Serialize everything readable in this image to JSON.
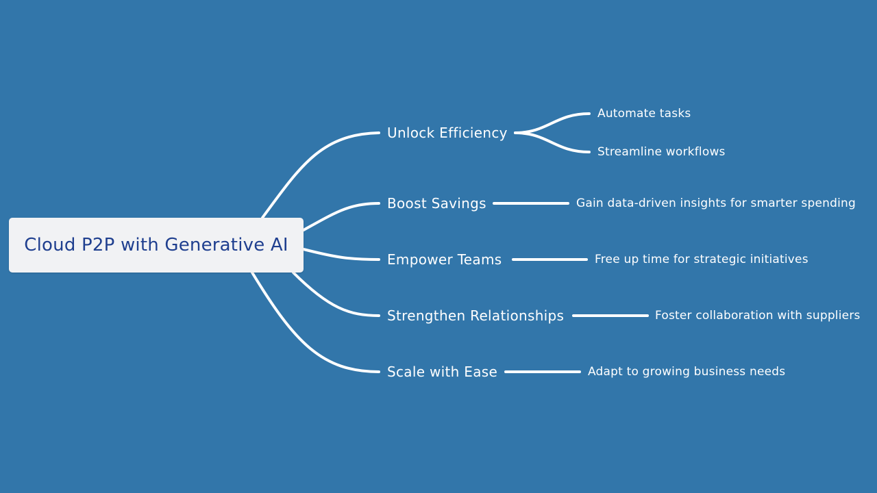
{
  "root": {
    "label": "Cloud P2P with Generative AI"
  },
  "branches": [
    {
      "label": "Unlock Efficiency",
      "leaves": [
        "Automate tasks",
        "Streamline workflows"
      ]
    },
    {
      "label": "Boost Savings",
      "leaves": [
        "Gain data-driven insights for smarter spending"
      ]
    },
    {
      "label": "Empower Teams",
      "leaves": [
        "Free up time for strategic initiatives"
      ]
    },
    {
      "label": "Strengthen Relationships",
      "leaves": [
        "Foster collaboration with suppliers"
      ]
    },
    {
      "label": "Scale with Ease",
      "leaves": [
        "Adapt to growing business needs"
      ]
    }
  ],
  "colors": {
    "background": "#3276aa",
    "root_box": "#f1f2f4",
    "root_text": "#1f3f8f",
    "lines": "#ffffff",
    "labels": "#ffffff"
  }
}
